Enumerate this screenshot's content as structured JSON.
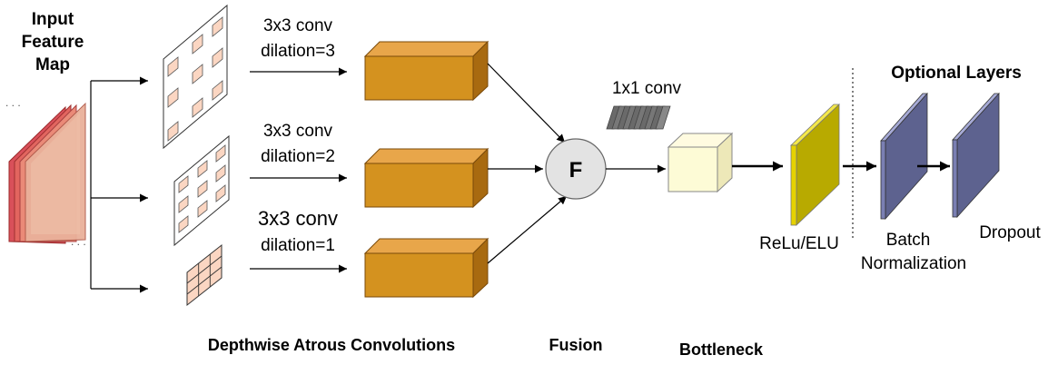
{
  "input": {
    "line1": "Input",
    "line2": "Feature",
    "line3": "Map"
  },
  "branches": [
    {
      "conv": "3x3 conv",
      "dilation": "dilation=3"
    },
    {
      "conv": "3x3 conv",
      "dilation": "dilation=2"
    },
    {
      "conv": "3x3 conv",
      "dilation": "dilation=1"
    }
  ],
  "fusion_symbol": "F",
  "pointwise_label": "1x1 conv",
  "activation_label": "ReLu/ELU",
  "optional": {
    "title": "Optional Layers",
    "batch_line1": "Batch",
    "batch_line2": "Normalization",
    "dropout": "Dropout"
  },
  "footer": {
    "depthwise": "Depthwise Atrous Convolutions",
    "fusion": "Fusion",
    "bottleneck": "Bottleneck"
  },
  "colors": {
    "input_map": "#e8736a",
    "kernel_cell": "#fbd6c2",
    "conv_block": "#d4921f",
    "bottleneck": "#fdfbd6",
    "activation": "#e6d200",
    "optional_layer": "#7a7fb3",
    "fusion_circle": "#e3e3e3"
  }
}
